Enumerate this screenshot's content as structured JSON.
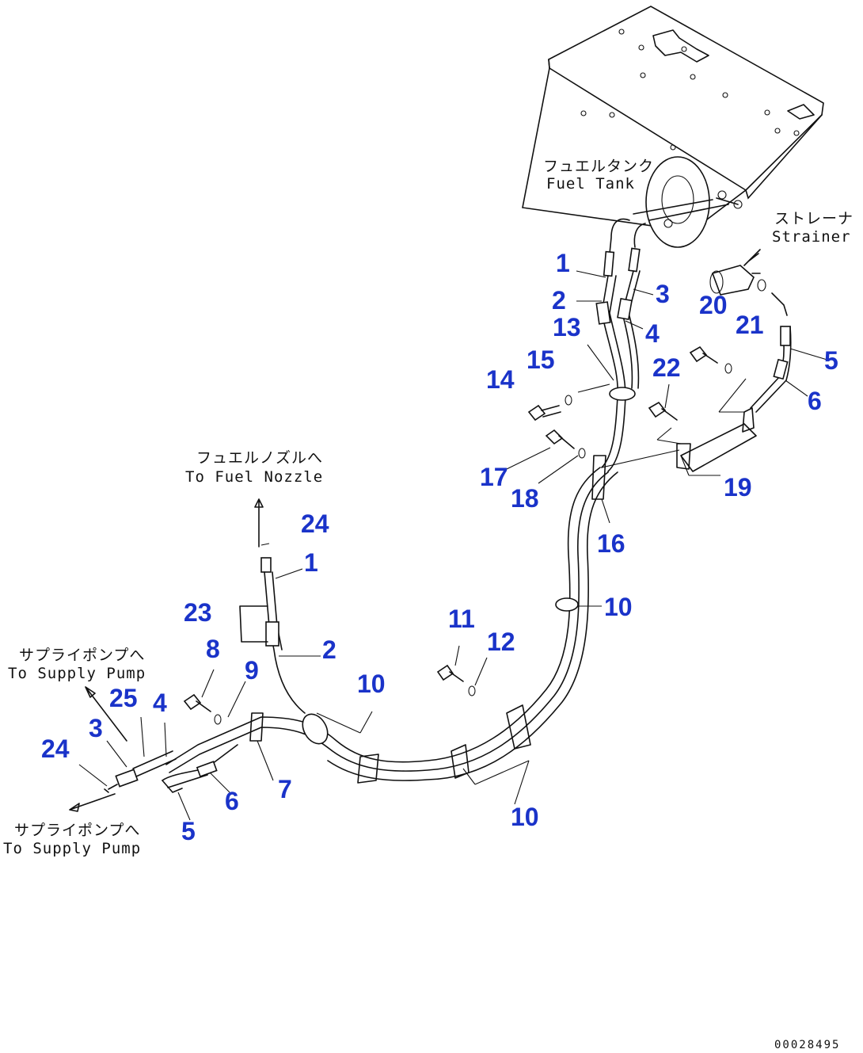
{
  "labels": {
    "fuel_tank_jp": "フュエルタンク",
    "fuel_tank_en": "Fuel Tank",
    "strainer_jp": "ストレーナ",
    "strainer_en": "Strainer",
    "fuel_nozzle_jp": "フュエルノズルへ",
    "fuel_nozzle_en": "To Fuel Nozzle",
    "supply_pump_jp_1": "サプライポンプへ",
    "supply_pump_en_1": "To Supply Pump",
    "supply_pump_jp_2": "サプライポンプへ",
    "supply_pump_en_2": "To Supply Pump"
  },
  "part_numbers": [
    "1",
    "2",
    "3",
    "4",
    "13",
    "14",
    "15",
    "20",
    "21",
    "22",
    "5",
    "6",
    "17",
    "18",
    "19",
    "16",
    "24",
    "1",
    "23",
    "2",
    "10",
    "8",
    "9",
    "10",
    "11",
    "12",
    "25",
    "4",
    "3",
    "24",
    "7",
    "6",
    "5",
    "10"
  ],
  "drawing_code": "00028495"
}
